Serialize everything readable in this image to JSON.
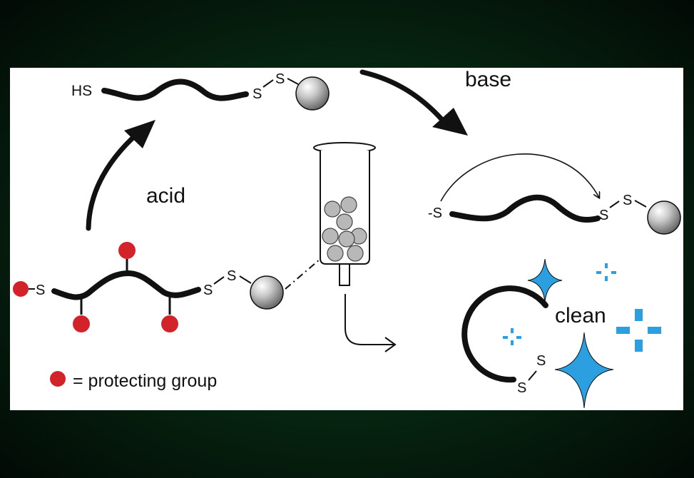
{
  "labels": {
    "acid": "acid",
    "base": "base",
    "clean": "clean",
    "legend": "= protecting group",
    "hs": "HS",
    "s": "S",
    "s_minus": "-S"
  },
  "colors": {
    "background": "#05200d",
    "panel": "#ffffff",
    "protecting_group": "#d3232a",
    "sparkle": "#2b9fe0",
    "chain": "#111111",
    "bead": "#9a9a9a"
  }
}
